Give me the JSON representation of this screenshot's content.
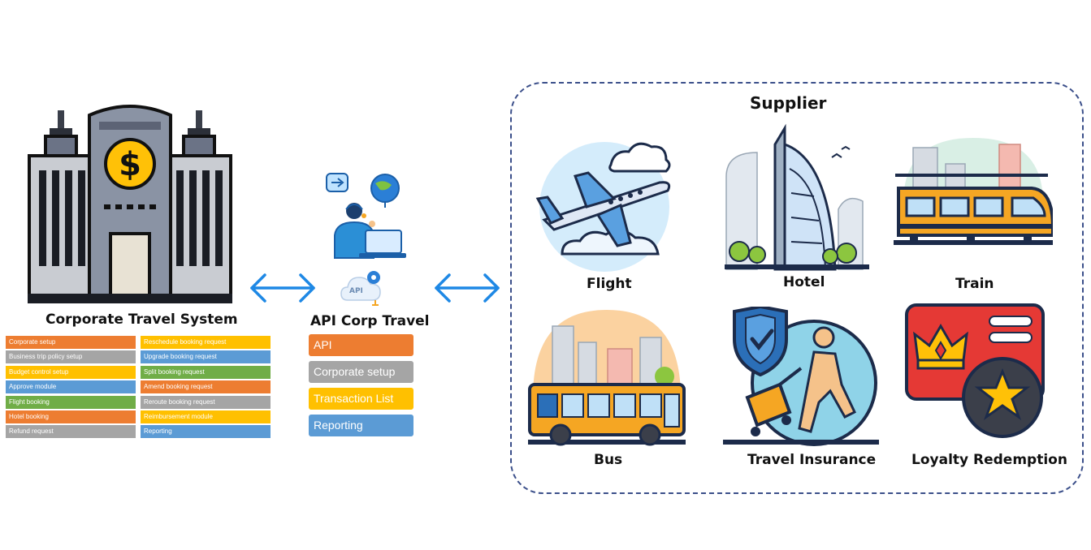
{
  "corporate": {
    "title": "Corporate Travel System",
    "left_tags": [
      {
        "label": "Corporate setup",
        "color": "#ed7d31"
      },
      {
        "label": "Business trip policy setup",
        "color": "#a5a5a5"
      },
      {
        "label": "Budget control setup",
        "color": "#ffc000"
      },
      {
        "label": "Approve module",
        "color": "#5b9bd5"
      },
      {
        "label": "Flight booking",
        "color": "#70ad47"
      },
      {
        "label": "Hotel booking",
        "color": "#ed7d31"
      },
      {
        "label": "Refund request",
        "color": "#a5a5a5"
      }
    ],
    "right_tags": [
      {
        "label": "Reschedule booking request",
        "color": "#ffc000"
      },
      {
        "label": "Upgrade booking request",
        "color": "#5b9bd5"
      },
      {
        "label": "Split booking request",
        "color": "#70ad47"
      },
      {
        "label": "Amend booking request",
        "color": "#ed7d31"
      },
      {
        "label": "Reroute booking request",
        "color": "#a5a5a5"
      },
      {
        "label": "Reimbursement module",
        "color": "#ffc000"
      },
      {
        "label": "Reporting",
        "color": "#5b9bd5"
      }
    ]
  },
  "api": {
    "title": "API Corp Travel",
    "cloud_label": "API",
    "buttons": [
      {
        "label": "API",
        "color": "#ed7d31"
      },
      {
        "label": "Corporate setup",
        "color": "#a5a5a5"
      },
      {
        "label": "Transaction List",
        "color": "#ffc000"
      },
      {
        "label": "Reporting",
        "color": "#5b9bd5"
      }
    ]
  },
  "supplier": {
    "title": "Supplier",
    "items": [
      {
        "label": "Flight",
        "icon": "airplane-icon"
      },
      {
        "label": "Hotel",
        "icon": "hotel-tower-icon"
      },
      {
        "label": "Train",
        "icon": "train-icon"
      },
      {
        "label": "Bus",
        "icon": "bus-icon"
      },
      {
        "label": "Travel Insurance",
        "icon": "travel-insurance-icon"
      },
      {
        "label": "Loyalty Redemption",
        "icon": "loyalty-card-icon"
      }
    ]
  },
  "arrow_color": "#1e88e5"
}
